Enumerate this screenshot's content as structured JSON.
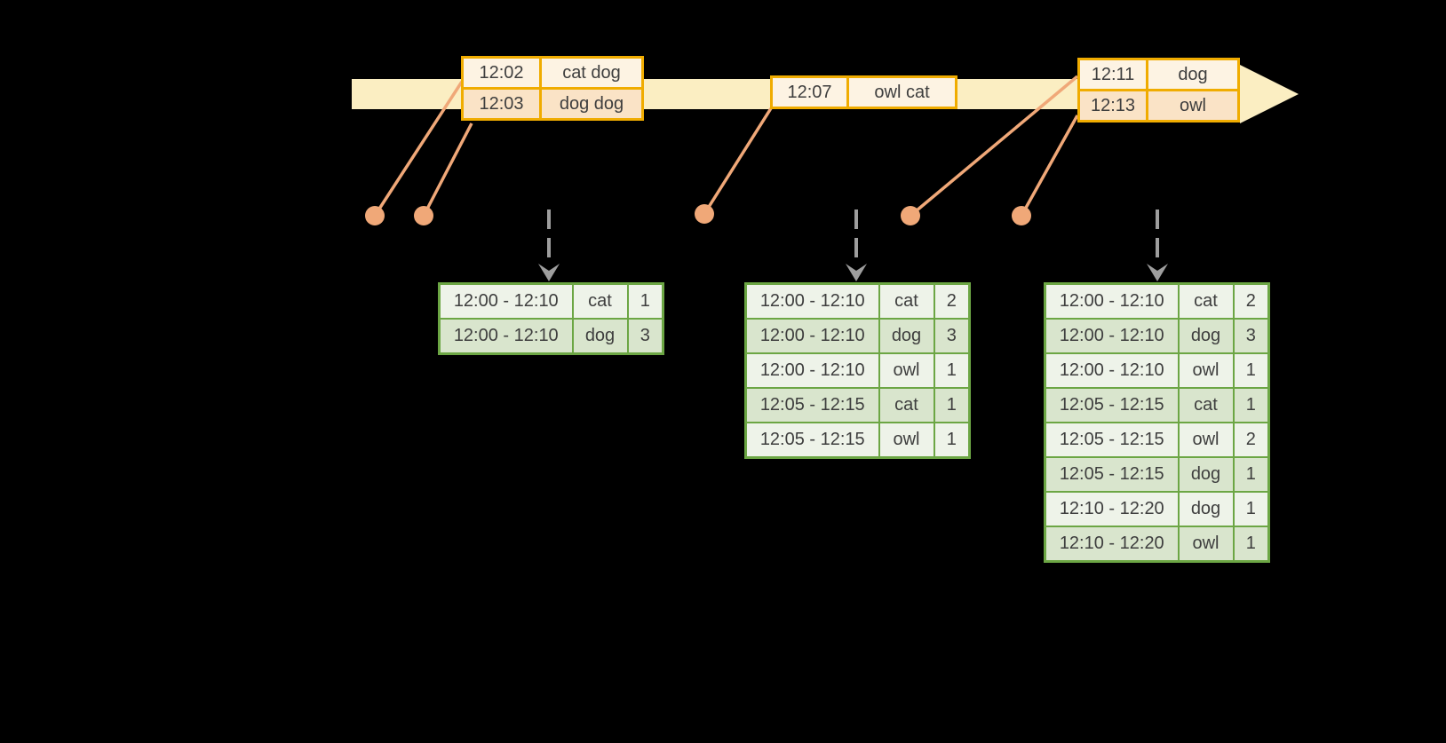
{
  "colors": {
    "background": "#000000",
    "timeline_band": "#FBEEC2",
    "event_table_border": "#F0AC00",
    "event_row_dark": "#FAE3C6",
    "event_row_light": "#FDF3E3",
    "event_connector": "#F0A878",
    "result_table_border": "#6CA644",
    "result_row_dark": "#D9E5CD",
    "result_row_light": "#EEF3E9",
    "trigger_arrow_gray": "#9E9E9E",
    "text": "#3E3E3E"
  },
  "timeline": {
    "event_groups": [
      {
        "rows": [
          {
            "time": "12:02",
            "words": "cat dog"
          },
          {
            "time": "12:03",
            "words": "dog dog"
          }
        ]
      },
      {
        "rows": [
          {
            "time": "12:07",
            "words": "owl cat"
          }
        ]
      },
      {
        "rows": [
          {
            "time": "12:11",
            "words": "dog"
          },
          {
            "time": "12:13",
            "words": "owl"
          }
        ]
      }
    ]
  },
  "result_tables": [
    {
      "rows": [
        {
          "window": "12:00 - 12:10",
          "word": "cat",
          "count": "1"
        },
        {
          "window": "12:00 - 12:10",
          "word": "dog",
          "count": "3"
        }
      ]
    },
    {
      "rows": [
        {
          "window": "12:00 - 12:10",
          "word": "cat",
          "count": "2"
        },
        {
          "window": "12:00 - 12:10",
          "word": "dog",
          "count": "3"
        },
        {
          "window": "12:00 - 12:10",
          "word": "owl",
          "count": "1"
        },
        {
          "window": "12:05 - 12:15",
          "word": "cat",
          "count": "1"
        },
        {
          "window": "12:05 - 12:15",
          "word": "owl",
          "count": "1"
        }
      ]
    },
    {
      "rows": [
        {
          "window": "12:00 - 12:10",
          "word": "cat",
          "count": "2"
        },
        {
          "window": "12:00 - 12:10",
          "word": "dog",
          "count": "3"
        },
        {
          "window": "12:00 - 12:10",
          "word": "owl",
          "count": "1"
        },
        {
          "window": "12:05 - 12:15",
          "word": "cat",
          "count": "1"
        },
        {
          "window": "12:05 - 12:15",
          "word": "owl",
          "count": "2"
        },
        {
          "window": "12:05 - 12:15",
          "word": "dog",
          "count": "1"
        },
        {
          "window": "12:10 - 12:20",
          "word": "dog",
          "count": "1"
        },
        {
          "window": "12:10 - 12:20",
          "word": "owl",
          "count": "1"
        }
      ]
    }
  ]
}
